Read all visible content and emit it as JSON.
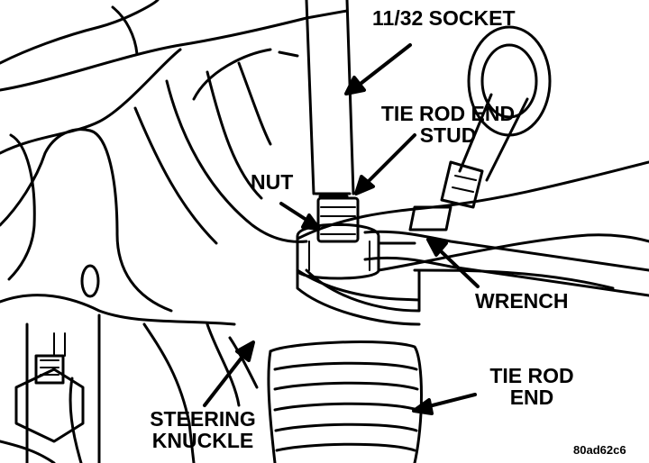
{
  "labels": {
    "socket": "11/32 SOCKET",
    "tie_rod_end_stud_line1": "TIE ROD END",
    "tie_rod_end_stud_line2": "STUD",
    "nut": "NUT",
    "wrench": "WRENCH",
    "tie_rod_end_line1": "TIE ROD",
    "tie_rod_end_line2": "END",
    "steering_knuckle_line1": "STEERING",
    "steering_knuckle_line2": "KNUCKLE"
  },
  "figure_code": "80ad62c6",
  "colors": {
    "ink": "#000000",
    "paper": "#ffffff"
  }
}
